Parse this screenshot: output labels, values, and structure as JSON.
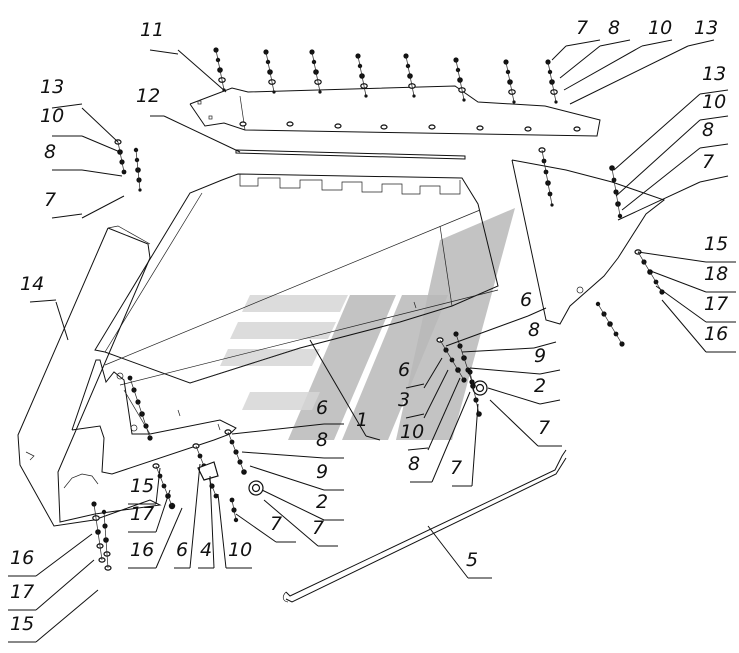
{
  "diagram": {
    "watermark_colors": {
      "light": "#d6d6d6",
      "dark": "#b9b9b9"
    },
    "callouts": [
      {
        "id": "c11a",
        "text": "11"
      },
      {
        "id": "c12",
        "text": "12"
      },
      {
        "id": "c13a",
        "text": "13"
      },
      {
        "id": "c10a",
        "text": "10"
      },
      {
        "id": "c8a",
        "text": "8"
      },
      {
        "id": "c7a",
        "text": "7"
      },
      {
        "id": "c14",
        "text": "14"
      },
      {
        "id": "c7b",
        "text": "7"
      },
      {
        "id": "c8b",
        "text": "8"
      },
      {
        "id": "c10b",
        "text": "10"
      },
      {
        "id": "c13b",
        "text": "13"
      },
      {
        "id": "c13c",
        "text": "13"
      },
      {
        "id": "c10c",
        "text": "10"
      },
      {
        "id": "c8c",
        "text": "8"
      },
      {
        "id": "c7c",
        "text": "7"
      },
      {
        "id": "c15a",
        "text": "15"
      },
      {
        "id": "c18",
        "text": "18"
      },
      {
        "id": "c17a",
        "text": "17"
      },
      {
        "id": "c16a",
        "text": "16"
      },
      {
        "id": "c6a",
        "text": "6"
      },
      {
        "id": "c8d",
        "text": "8"
      },
      {
        "id": "c9a",
        "text": "9"
      },
      {
        "id": "c2a",
        "text": "2"
      },
      {
        "id": "c7d",
        "text": "7"
      },
      {
        "id": "c6b",
        "text": "6"
      },
      {
        "id": "c3",
        "text": "3"
      },
      {
        "id": "c1",
        "text": "1"
      },
      {
        "id": "c10d",
        "text": "10"
      },
      {
        "id": "c8e",
        "text": "8"
      },
      {
        "id": "c7e",
        "text": "7"
      },
      {
        "id": "c6c",
        "text": "6"
      },
      {
        "id": "c8f",
        "text": "8"
      },
      {
        "id": "c9b",
        "text": "9"
      },
      {
        "id": "c2b",
        "text": "2"
      },
      {
        "id": "c7f",
        "text": "7"
      },
      {
        "id": "c7g",
        "text": "7"
      },
      {
        "id": "c15b",
        "text": "15"
      },
      {
        "id": "c17b",
        "text": "17"
      },
      {
        "id": "c16b",
        "text": "16"
      },
      {
        "id": "c6d",
        "text": "6"
      },
      {
        "id": "c4",
        "text": "4"
      },
      {
        "id": "c10e",
        "text": "10"
      },
      {
        "id": "c5",
        "text": "5"
      },
      {
        "id": "c16c",
        "text": "16"
      },
      {
        "id": "c17c",
        "text": "17"
      },
      {
        "id": "c15c",
        "text": "15"
      }
    ]
  }
}
